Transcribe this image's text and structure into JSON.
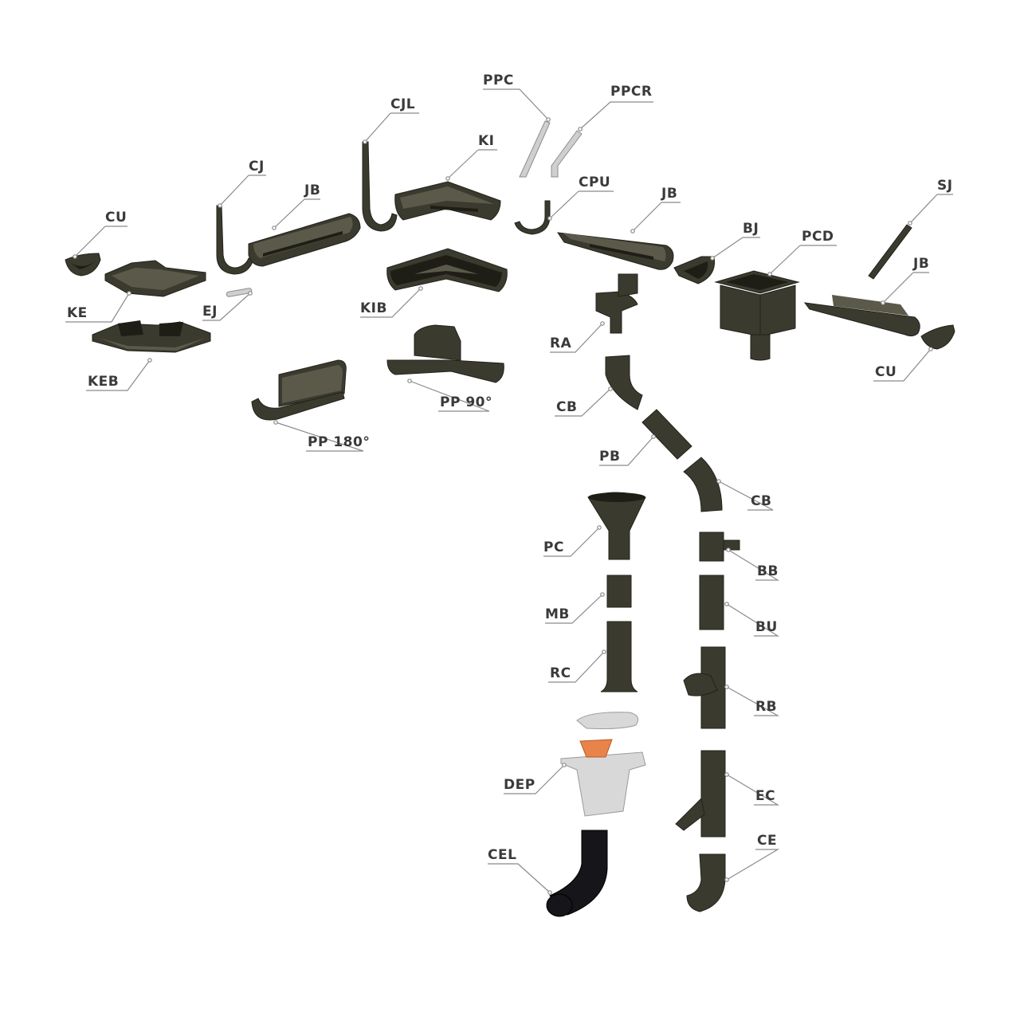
{
  "colors": {
    "component": "#3b3a2e",
    "component_dark": "#1f1e16",
    "leader_line": "#8a8a8a",
    "label_text": "#3a3a3a",
    "filter_basket": "#e8844a",
    "light_part": "#d8d8d8"
  },
  "labels": {
    "cu_left": "CU",
    "ke": "KE",
    "keb": "KEB",
    "cj": "CJ",
    "ej": "EJ",
    "jb_left": "JB",
    "cjl": "CJL",
    "ki": "KI",
    "kib": "KIB",
    "pp180": "PP 180°",
    "pp90": "PP 90°",
    "ppc": "PPC",
    "ppcr": "PPCR",
    "cpu": "CPU",
    "jb_mid": "JB",
    "bj": "BJ",
    "pcd": "PCD",
    "sj": "SJ",
    "jb_right": "JB",
    "cu_right": "CU",
    "ra": "RA",
    "cb_upper": "CB",
    "pb": "PB",
    "cb_lower": "CB",
    "pc": "PC",
    "bb": "BB",
    "mb": "MB",
    "bu": "BU",
    "rc": "RC",
    "rb": "RB",
    "dep": "DEP",
    "ec": "EC",
    "cel": "CEL",
    "ce": "CE"
  }
}
